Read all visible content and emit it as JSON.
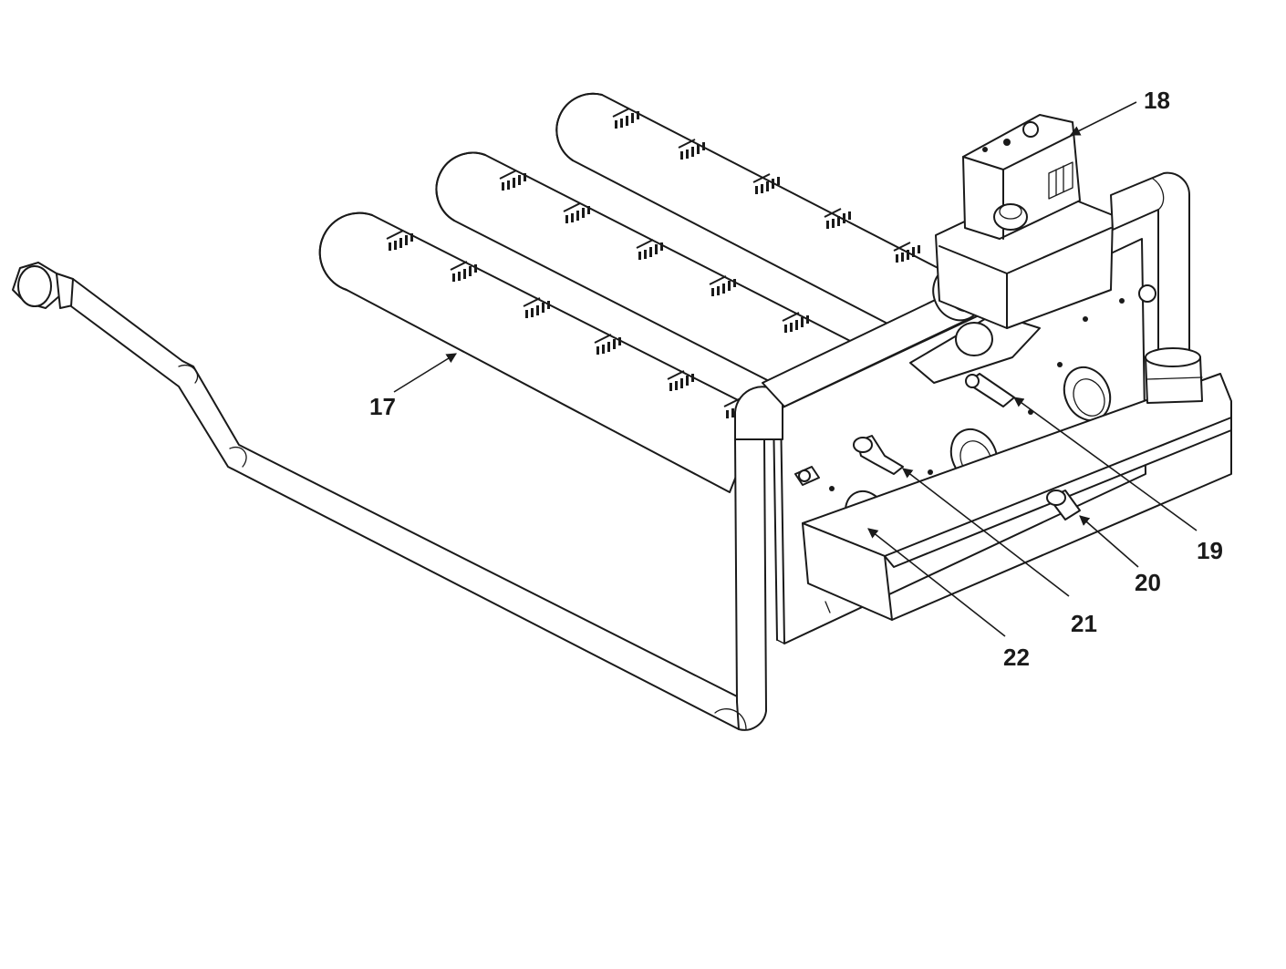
{
  "callouts": {
    "c17": "17",
    "c18": "18",
    "c19": "19",
    "c20": "20",
    "c21": "21",
    "c22": "22"
  }
}
